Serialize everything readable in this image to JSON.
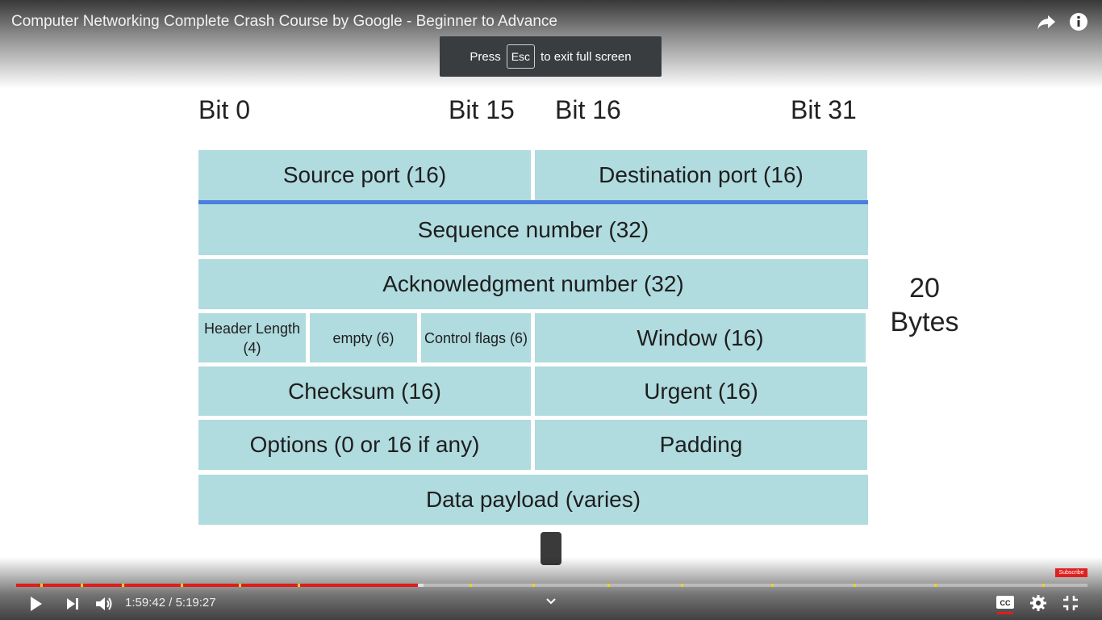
{
  "player": {
    "title": "Computer Networking Complete Crash Course by Google - Beginner to Advance",
    "toast": {
      "before": "Press",
      "key": "Esc",
      "after": "to exit full screen"
    },
    "time": {
      "current": "1:59:42",
      "separator": " / ",
      "duration": "5:19:27"
    },
    "progress": {
      "played_fraction": 0.375,
      "buffered_fraction": 0.38
    },
    "subscribe_badge": "Subscribe",
    "icons": [
      "share-icon",
      "info-icon",
      "play-icon",
      "next-icon",
      "volume-icon",
      "chevron-down-icon",
      "captions-icon",
      "gear-icon",
      "exit-fullscreen-icon"
    ],
    "colors": {
      "accent": "#e01d1d",
      "chapter_marker": "#f2d21b",
      "cell_fill": "#b0dbdf",
      "header_rule": "#4a7ee0"
    }
  },
  "slide": {
    "bit_labels": [
      "Bit 0",
      "Bit 15",
      "Bit 16",
      "Bit 31"
    ],
    "rows": [
      [
        "Source port (16)",
        "Destination port (16)"
      ],
      [
        "Sequence number (32)"
      ],
      [
        "Acknowledgment number (32)"
      ],
      [
        "Header Length (4)",
        "empty (6)",
        "Control flags (6)",
        "Window (16)"
      ],
      [
        "Checksum (16)",
        "Urgent (16)"
      ],
      [
        "Options (0 or 16 if any)",
        "Padding"
      ],
      [
        "Data payload (varies)"
      ]
    ],
    "side_note": {
      "line1": "20",
      "line2": "Bytes"
    }
  }
}
